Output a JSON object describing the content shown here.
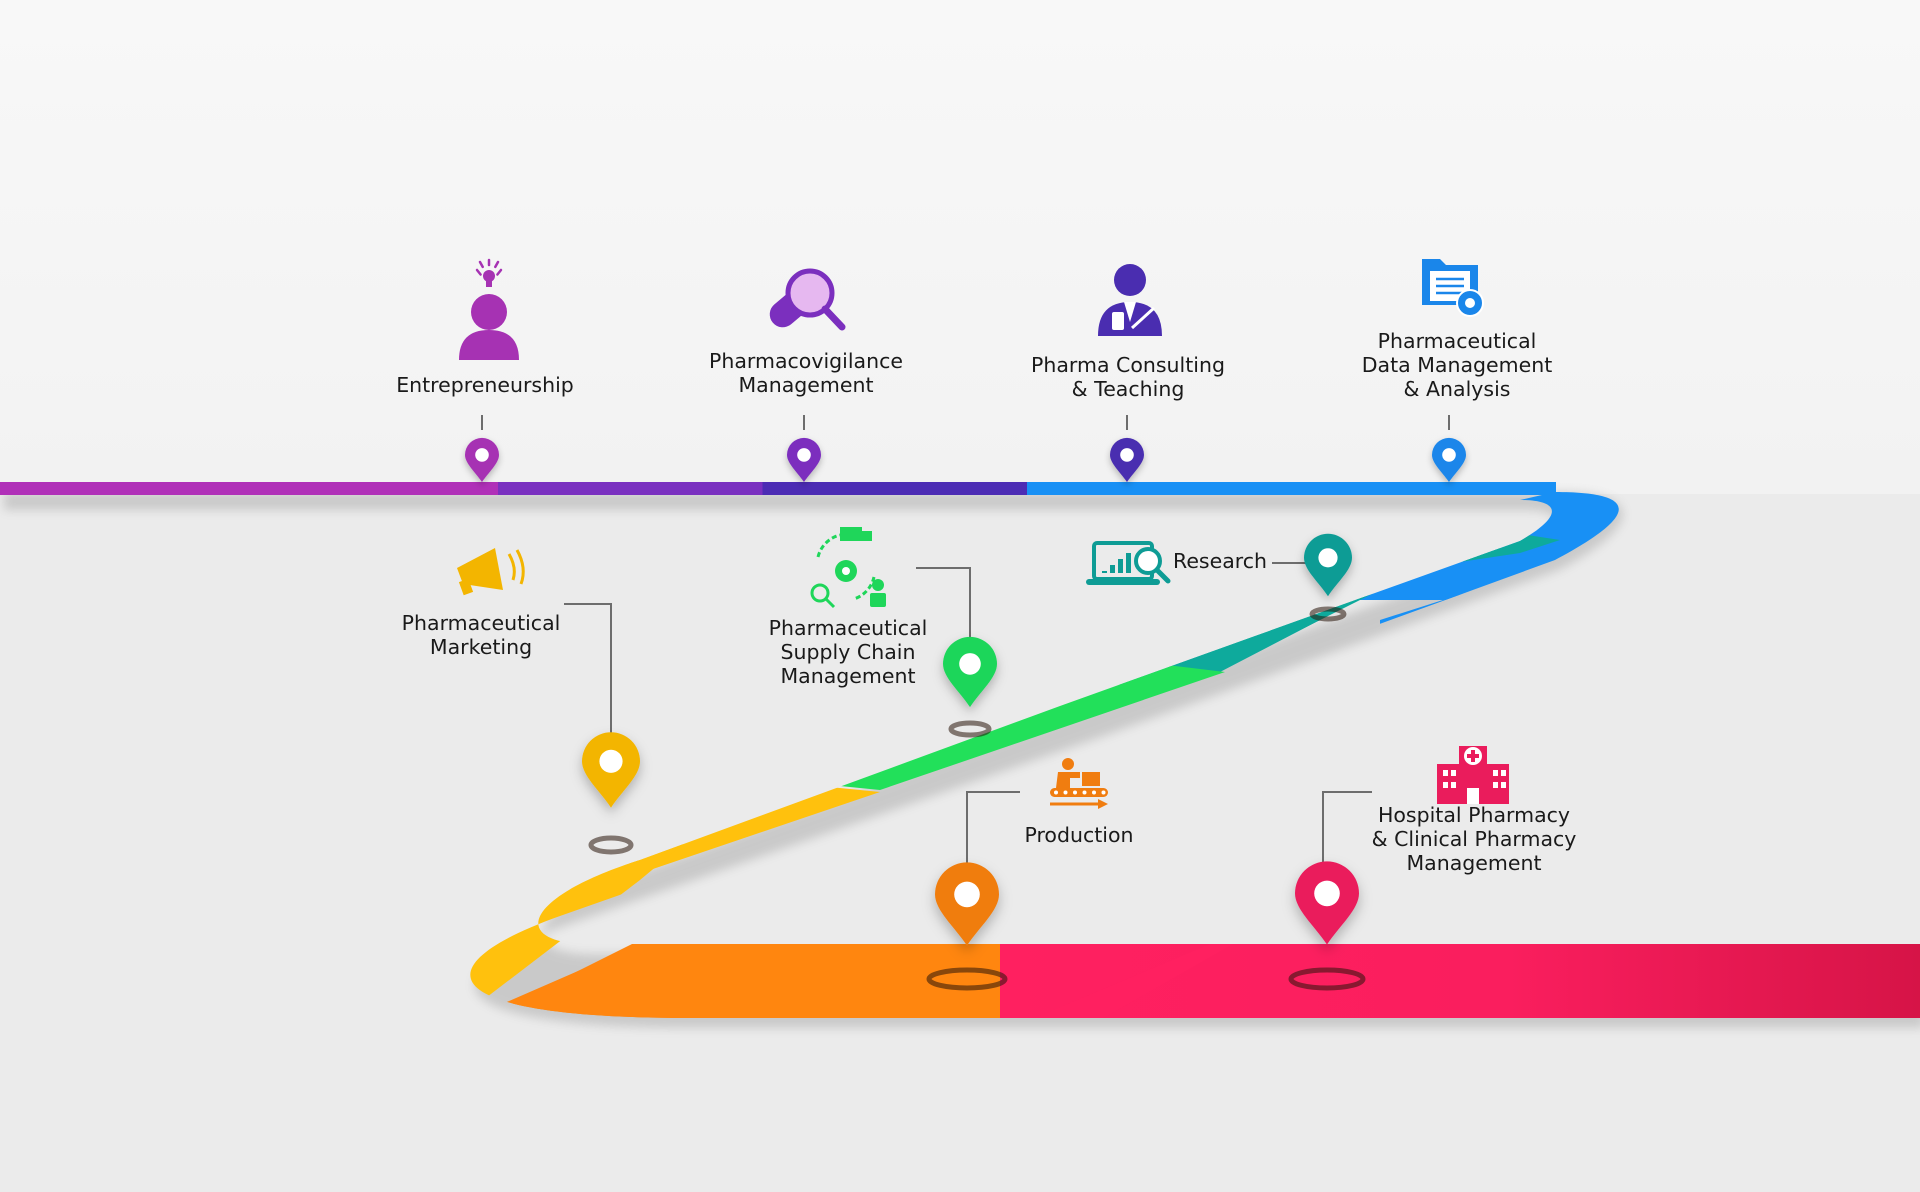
{
  "milestones": [
    {
      "id": "entrepreneurship",
      "lines": [
        "Entrepreneurship"
      ],
      "color": "#a632b3",
      "icon": "idea-person-icon"
    },
    {
      "id": "pharmacovigilance",
      "lines": [
        "Pharmacovigilance",
        "Management"
      ],
      "color": "#7b2fbe",
      "icon": "capsule-magnifier-icon"
    },
    {
      "id": "pharma-consulting",
      "lines": [
        "Pharma Consulting",
        "& Teaching"
      ],
      "color": "#4a2db0",
      "icon": "consultant-icon"
    },
    {
      "id": "data-management",
      "lines": [
        "Pharmaceutical",
        "Data Management",
        "& Analysis"
      ],
      "color": "#1a86ea",
      "icon": "folder-gear-icon"
    },
    {
      "id": "research",
      "lines": [
        "Research"
      ],
      "color": "#0e9c95",
      "icon": "laptop-analytics-icon"
    },
    {
      "id": "supply-chain",
      "lines": [
        "Pharmaceutical",
        "Supply Chain",
        "Management"
      ],
      "color": "#1fd65a",
      "icon": "supply-chain-icon"
    },
    {
      "id": "marketing",
      "lines": [
        "Pharmaceutical",
        "Marketing"
      ],
      "color": "#f3b500",
      "icon": "megaphone-icon"
    },
    {
      "id": "production",
      "lines": [
        "Production"
      ],
      "color": "#f07d10",
      "icon": "conveyor-icon"
    },
    {
      "id": "hospital-pharmacy",
      "lines": [
        "Hospital Pharmacy",
        "& Clinical Pharmacy",
        "Management"
      ],
      "color": "#ea1c5c",
      "icon": "hospital-icon"
    }
  ]
}
